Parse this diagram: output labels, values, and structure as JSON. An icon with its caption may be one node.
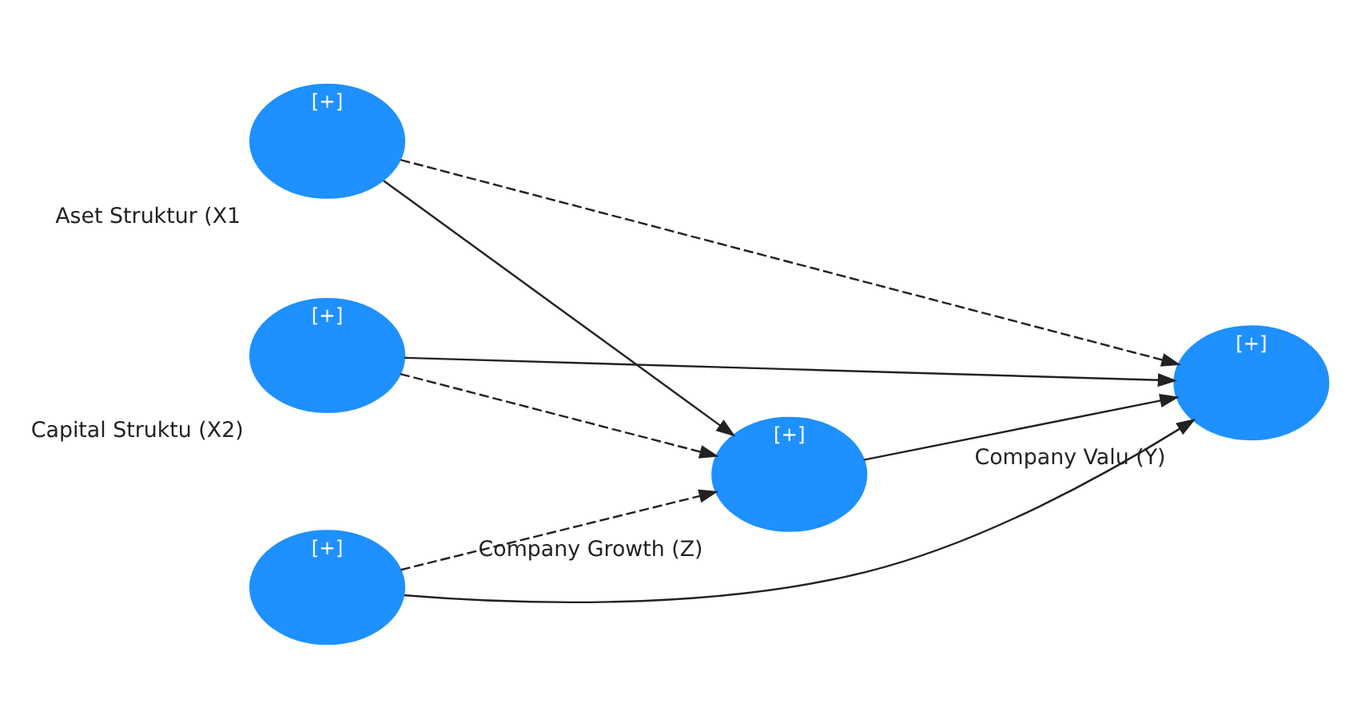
{
  "diagram": {
    "nodes": [
      {
        "text": [
          "[+]",
          "Aset Struktur (X1"
        ]
      },
      {
        "text": [
          "[+]",
          "Capital Struktu (X2)"
        ]
      },
      {
        "text": [
          "[+]"
        ]
      },
      {
        "text": [
          "[+]",
          "Company Growth (Z)"
        ]
      },
      {
        "text": [
          "[+]",
          "Company Valu (Y)"
        ]
      }
    ],
    "edges": [
      {
        "from": 0,
        "to": 3,
        "arrow": "to"
      },
      {
        "from": 0,
        "to": 4,
        "arrow": "to",
        "style": "dashed"
      },
      {
        "from": 1,
        "to": 3,
        "arrow": "to",
        "style": "dashed"
      },
      {
        "from": 1,
        "to": 4,
        "arrow": "to"
      },
      {
        "from": 2,
        "to": 3,
        "arrow": "to",
        "style": "dashed"
      },
      {
        "from": 2,
        "to": 4,
        "arrow": "to"
      },
      {
        "from": 3,
        "to": 4,
        "arrow": "to"
      }
    ]
  }
}
